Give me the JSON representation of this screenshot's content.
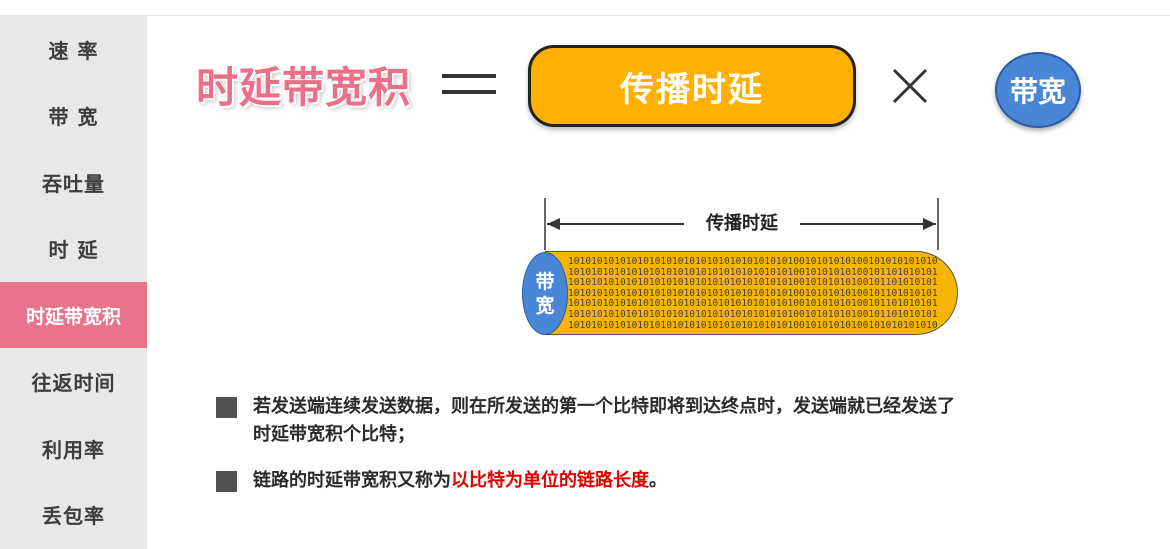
{
  "sidebar": {
    "items": [
      {
        "label": "速 率"
      },
      {
        "label": "带 宽"
      },
      {
        "label": "吞吐量"
      },
      {
        "label": "时 延"
      },
      {
        "label": "时延带宽积",
        "active": true
      },
      {
        "label": "往返时间"
      },
      {
        "label": "利用率"
      },
      {
        "label": "丢包率"
      }
    ],
    "active_color": "#e8738a"
  },
  "formula": {
    "title": "时延带宽积",
    "equals_icon": "equals-icon",
    "pill_label": "传播时延",
    "times_icon": "times-icon",
    "circle_label": "带宽",
    "pill_color": "#ffb000",
    "circle_color": "#4a86d6"
  },
  "pipe": {
    "arrow_label": "传播时延",
    "cap_label_top": "带",
    "cap_label_bottom": "宽",
    "bit_rows": [
      "10101010101010101010101010101010101010100101010101001010101010101",
      "10101010101010101010101010101010101010100101010101001011010101010",
      "10101010101010101010101010101010101010100101010101001011010101010",
      "10101010101010101010101010101010101010100101010101001011010101010",
      "10101010101010101010101010101010101010100101010101001011010101010",
      "10101010101010101010101010101010101010100101010101001011010101010",
      "10101010101010101010101010101010101010100101010101001010101010101"
    ]
  },
  "bullets": [
    {
      "line1": "若发送端连续发送数据，则在所发送的第一个比特即将到达终点时，发送端就已经发送了",
      "line2": "时延带宽积个比特；"
    },
    {
      "prefix": "链路的时延带宽积又称为",
      "highlight": "以比特为单位的链路长度",
      "suffix": "。",
      "highlight_color": "#e00000"
    }
  ]
}
